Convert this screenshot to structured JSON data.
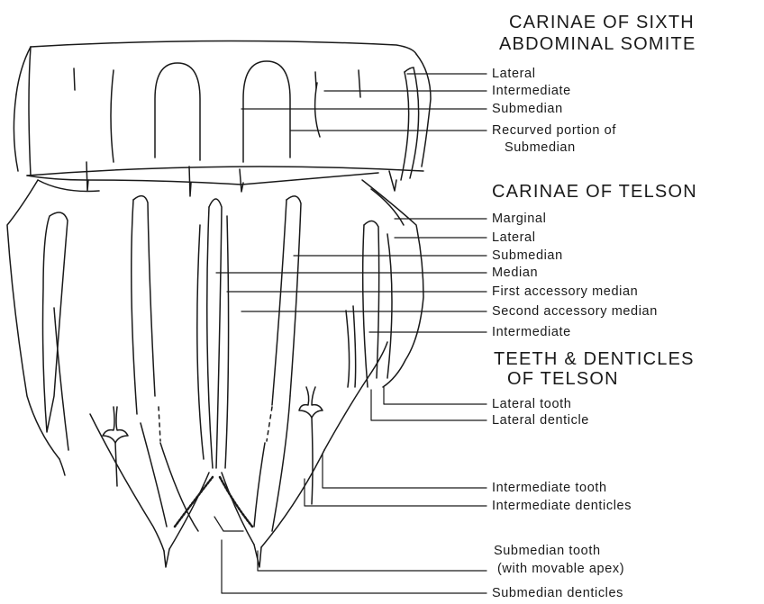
{
  "headings": {
    "sixth_somite_line1": "CARINAE OF SIXTH",
    "sixth_somite_line2": "ABDOMINAL SOMITE",
    "telson": "CARINAE OF TELSON",
    "teeth_line1": "TEETH & DENTICLES",
    "teeth_line2": "OF TELSON"
  },
  "somite_carinae": {
    "lateral": "Lateral",
    "intermediate": "Intermediate",
    "submedian": "Submedian",
    "recurved_line1": "Recurved portion of",
    "recurved_line2": "Submedian"
  },
  "telson_carinae": {
    "marginal": "Marginal",
    "lateral": "Lateral",
    "submedian": "Submedian",
    "median": "Median",
    "first_accessory_median": "First accessory median",
    "second_accessory_median": "Second accessory median",
    "intermediate": "Intermediate"
  },
  "teeth": {
    "lateral_tooth": "Lateral tooth",
    "lateral_denticle": "Lateral denticle",
    "intermediate_tooth": "Intermediate tooth",
    "intermediate_denticles": "Intermediate denticles",
    "submedian_tooth_line1": "Submedian tooth",
    "submedian_tooth_line2": "(with movable apex)",
    "submedian_denticles": "Submedian denticles"
  },
  "colors": {
    "ink": "#1a1a1a",
    "background": "#ffffff"
  }
}
